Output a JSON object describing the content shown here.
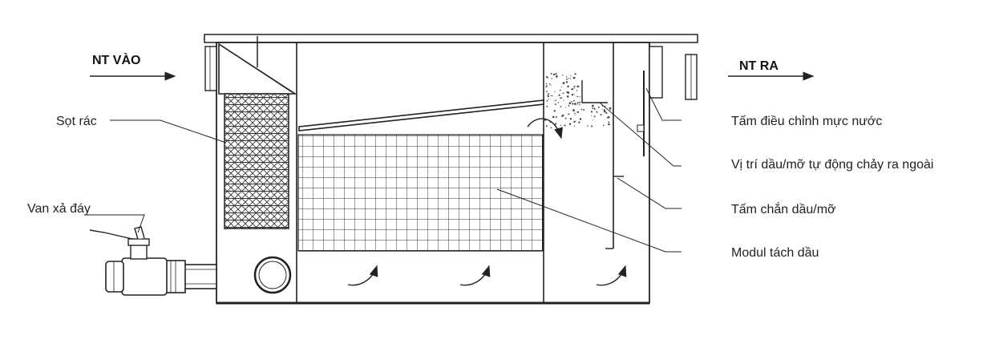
{
  "flow": {
    "inlet": "NT VÀO",
    "outlet": "NT RA"
  },
  "labels": {
    "trash_screen": "Sọt rác",
    "drain_valve": "Van xả đáy",
    "water_level_plate": "Tấm điều chỉnh mực nước",
    "oil_outflow_position": "Vị trí dầu/mỡ tự động chảy ra ngoài",
    "oil_baffle": "Tấm chắn dầu/mỡ",
    "oil_separator_module": "Modul tách dầu"
  },
  "colors": {
    "line": "#222222",
    "background": "#ffffff"
  }
}
